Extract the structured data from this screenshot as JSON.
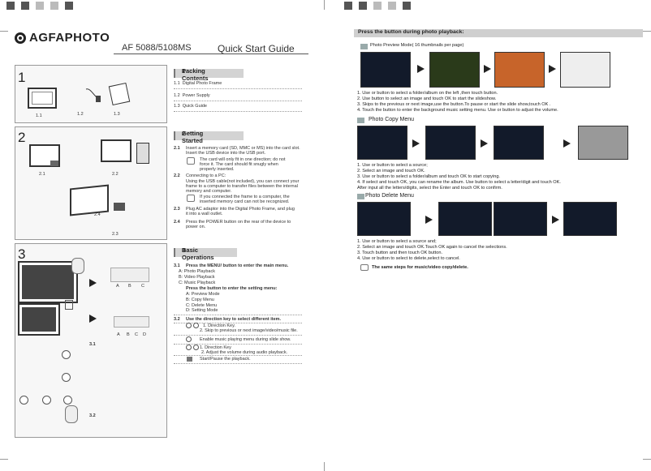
{
  "brand": {
    "logo_text": "AGFAPHOTO"
  },
  "header": {
    "model": "AF 5088/5108MS",
    "title": "Quick Start Guide"
  },
  "sections": [
    {
      "number": "1",
      "heading_number": "1",
      "heading": "Packing  Contents",
      "items": [
        {
          "num": "1.1",
          "text": "Digital Photo Frame"
        },
        {
          "num": "1.2",
          "text": "Power  Supply"
        },
        {
          "num": "1.3",
          "text": "Quick  Guide"
        }
      ],
      "labels": [
        "1.1",
        "1.2",
        "1.3"
      ]
    },
    {
      "number": "2",
      "heading_number": "2",
      "heading": "Getting Started",
      "items": [
        {
          "num": "2.1",
          "lines": [
            "Insert a memory card (SD, MMC or MS) into the card slot.",
            "Insert the USB device into the USB port."
          ]
        },
        {
          "num": "",
          "note": [
            "The card will only fit in one direction; do not",
            "force it. The card should fit snugly when",
            "properly inserted."
          ]
        },
        {
          "num": "2.2",
          "lines": [
            "Connecting to a PC:",
            "Using the USB cable(not included), you can connect your",
            "frame to a computer to transfer files between the internal",
            "memory and computer."
          ]
        },
        {
          "num": "",
          "note": [
            "If you connected the frame to a computer, the",
            "inserted memory card can not be recognized."
          ]
        },
        {
          "num": "2.3",
          "lines": [
            "Plug AC adaptor into the Digital Photo Frame, and plug",
            "it into a wall outlet."
          ]
        },
        {
          "num": "2.4",
          "lines": [
            "Press the POWER button on the rear of the device to",
            "power on."
          ]
        }
      ],
      "labels": [
        "2.1",
        "2.2",
        "2.3",
        "2.4"
      ]
    },
    {
      "number": "3",
      "heading_number": "3",
      "heading": "Basic Operations",
      "sub1": {
        "num": "3.1",
        "text": "Press the  MENU/ button to enter the main menu.",
        "items": [
          "A: Photo Playback",
          "B: Video Playback",
          "C: Music Playback"
        ],
        "press2": "Press the  button to enter the setting menu:",
        "items2": [
          "A: Preview Mode",
          "B: Copy Menu",
          "C: Delete Menu",
          "D: Setting Mode"
        ]
      },
      "sub2": {
        "num": "3.2",
        "text": "Use the direction key to select different item.",
        "rows": [
          {
            "a": "1. Direction Key.",
            "b": "2. Skip to previous or next image/video/music file."
          },
          {
            "a": "Enable music playing menu during slide show.",
            "b": ""
          },
          {
            "a": "1. Direction Key",
            "b": "2. Adjust the volume during audio playback."
          },
          {
            "a": "Start/Pause the playback.",
            "b": ""
          }
        ]
      },
      "labels": [
        "A",
        "B",
        "C",
        "A",
        "B",
        "C",
        "D",
        "3.1",
        "3.2"
      ]
    }
  ],
  "right": {
    "bar_title": "Press the   button during photo playback:",
    "preview": {
      "title": "Photo Preview Mode( 16 thumbnails per page)",
      "lines": [
        "1. Use    or    button  to  select a folder/album on the left ,then touch    button.",
        "2. Use         button  to  select  an  image and  touch OK to start the slideshow.",
        "3.  Skips to the previous or next image,use the       button.To pause or start the slide show,touch OK .",
        "4.  Touch the     button to enter the background music setting menu. Use     or     button to adjust the volume."
      ]
    },
    "copy": {
      "title": "Photo Copy Menu",
      "lines": [
        "1. Use    or    button to select  a source;",
        "2. Select  an  image and touch OK.",
        "3. Use    or    button to select  a  folder/album and touch  OK to start copying.",
        "4. If select    and touch OK, you can rename the album. Use         button to select a letter/digit  and touch OK.",
        "    After  input all the letters/digits, select the Enter  and touch  OK to confirm."
      ]
    },
    "delete": {
      "title": "Photo Delete Menu",
      "lines": [
        "1. Use    or    button to select a source and;",
        "2. Select  an image and touch OK.Touch OK again to cancel the selections.",
        "3. Touch    button and then touch OK button.",
        "4. Use    or    button to select    to delete,select    to cancel."
      ],
      "note": "The same steps for music/video copy/delete."
    }
  }
}
